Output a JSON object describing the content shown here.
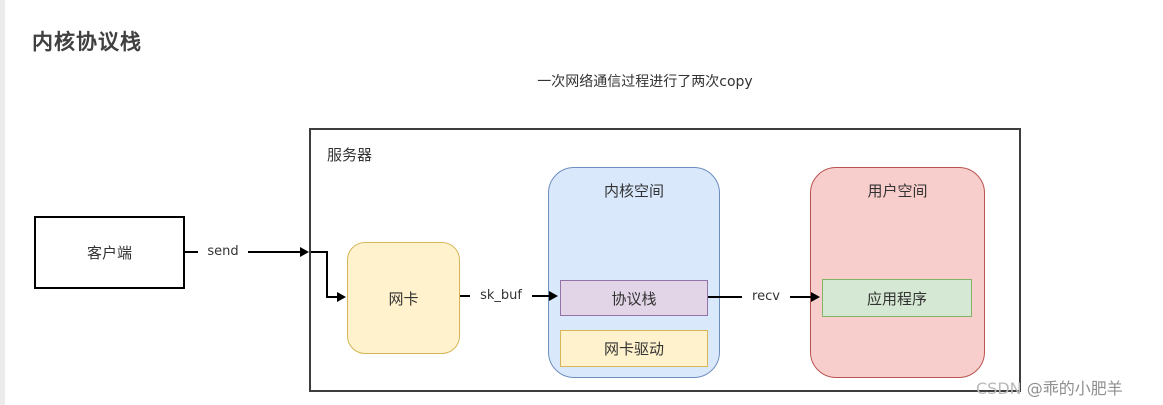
{
  "page": {
    "title": "内核协议栈",
    "subtitle": "一次网络通信过程进行了两次copy",
    "watermark": {
      "brand": "CSDN",
      "author": "@乖的小肥羊"
    }
  },
  "diagram": {
    "client": {
      "label": "客户端"
    },
    "server": {
      "label": "服务器"
    },
    "nic": {
      "label": "网卡"
    },
    "kernel_space": {
      "label": "内核空间",
      "protocol_stack": {
        "label": "协议栈"
      },
      "nic_driver": {
        "label": "网卡驱动"
      }
    },
    "user_space": {
      "label": "用户空间",
      "application": {
        "label": "应用程序"
      }
    },
    "edges": [
      {
        "label": "send",
        "from": "客户端",
        "to": "网卡"
      },
      {
        "label": "sk_buf",
        "from": "网卡",
        "to": "协议栈"
      },
      {
        "label": "recv",
        "from": "协议栈",
        "to": "应用程序"
      }
    ],
    "colors": {
      "yellow_fill": "#FFF2CC",
      "yellow_stroke": "#D6B656",
      "blue_fill": "#DAE8FC",
      "blue_stroke": "#6C8EBF",
      "purple_fill": "#E1D5E7",
      "purple_stroke": "#9673A6",
      "green_fill": "#D5E8D4",
      "green_stroke": "#82B366",
      "red_fill": "#F8CECC",
      "red_stroke": "#B85450",
      "line": "#000000"
    }
  }
}
